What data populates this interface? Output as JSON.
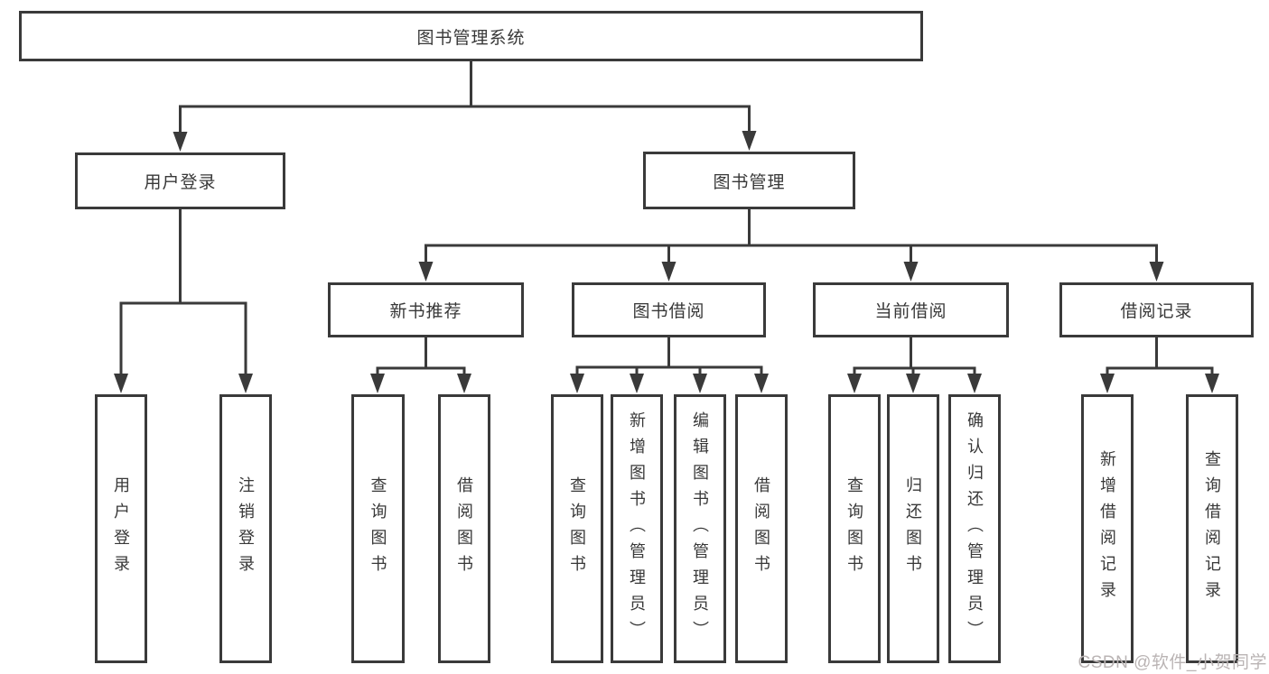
{
  "tree": {
    "root": {
      "label": "图书管理系统"
    },
    "branches": [
      {
        "label": "用户登录",
        "children": [
          {
            "label": "用户登录"
          },
          {
            "label": "注销登录"
          }
        ]
      },
      {
        "label": "图书管理",
        "children": [
          {
            "label": "新书推荐",
            "children": [
              {
                "label": "查询图书"
              },
              {
                "label": "借阅图书"
              }
            ]
          },
          {
            "label": "图书借阅",
            "children": [
              {
                "label": "查询图书"
              },
              {
                "label": "新增图书（管理员）"
              },
              {
                "label": "编辑图书（管理员）"
              },
              {
                "label": "借阅图书"
              }
            ]
          },
          {
            "label": "当前借阅",
            "children": [
              {
                "label": "查询图书"
              },
              {
                "label": "归还图书"
              },
              {
                "label": "确认归还（管理员）"
              }
            ]
          },
          {
            "label": "借阅记录",
            "children": [
              {
                "label": "新增借阅记录"
              },
              {
                "label": "查询借阅记录"
              }
            ]
          }
        ]
      }
    ]
  },
  "watermark": "CSDN @软件_小贺同学",
  "colors": {
    "line": "#3a3a3a",
    "text": "#383838",
    "watermark": "#bab4b4",
    "background": "#ffffff"
  }
}
